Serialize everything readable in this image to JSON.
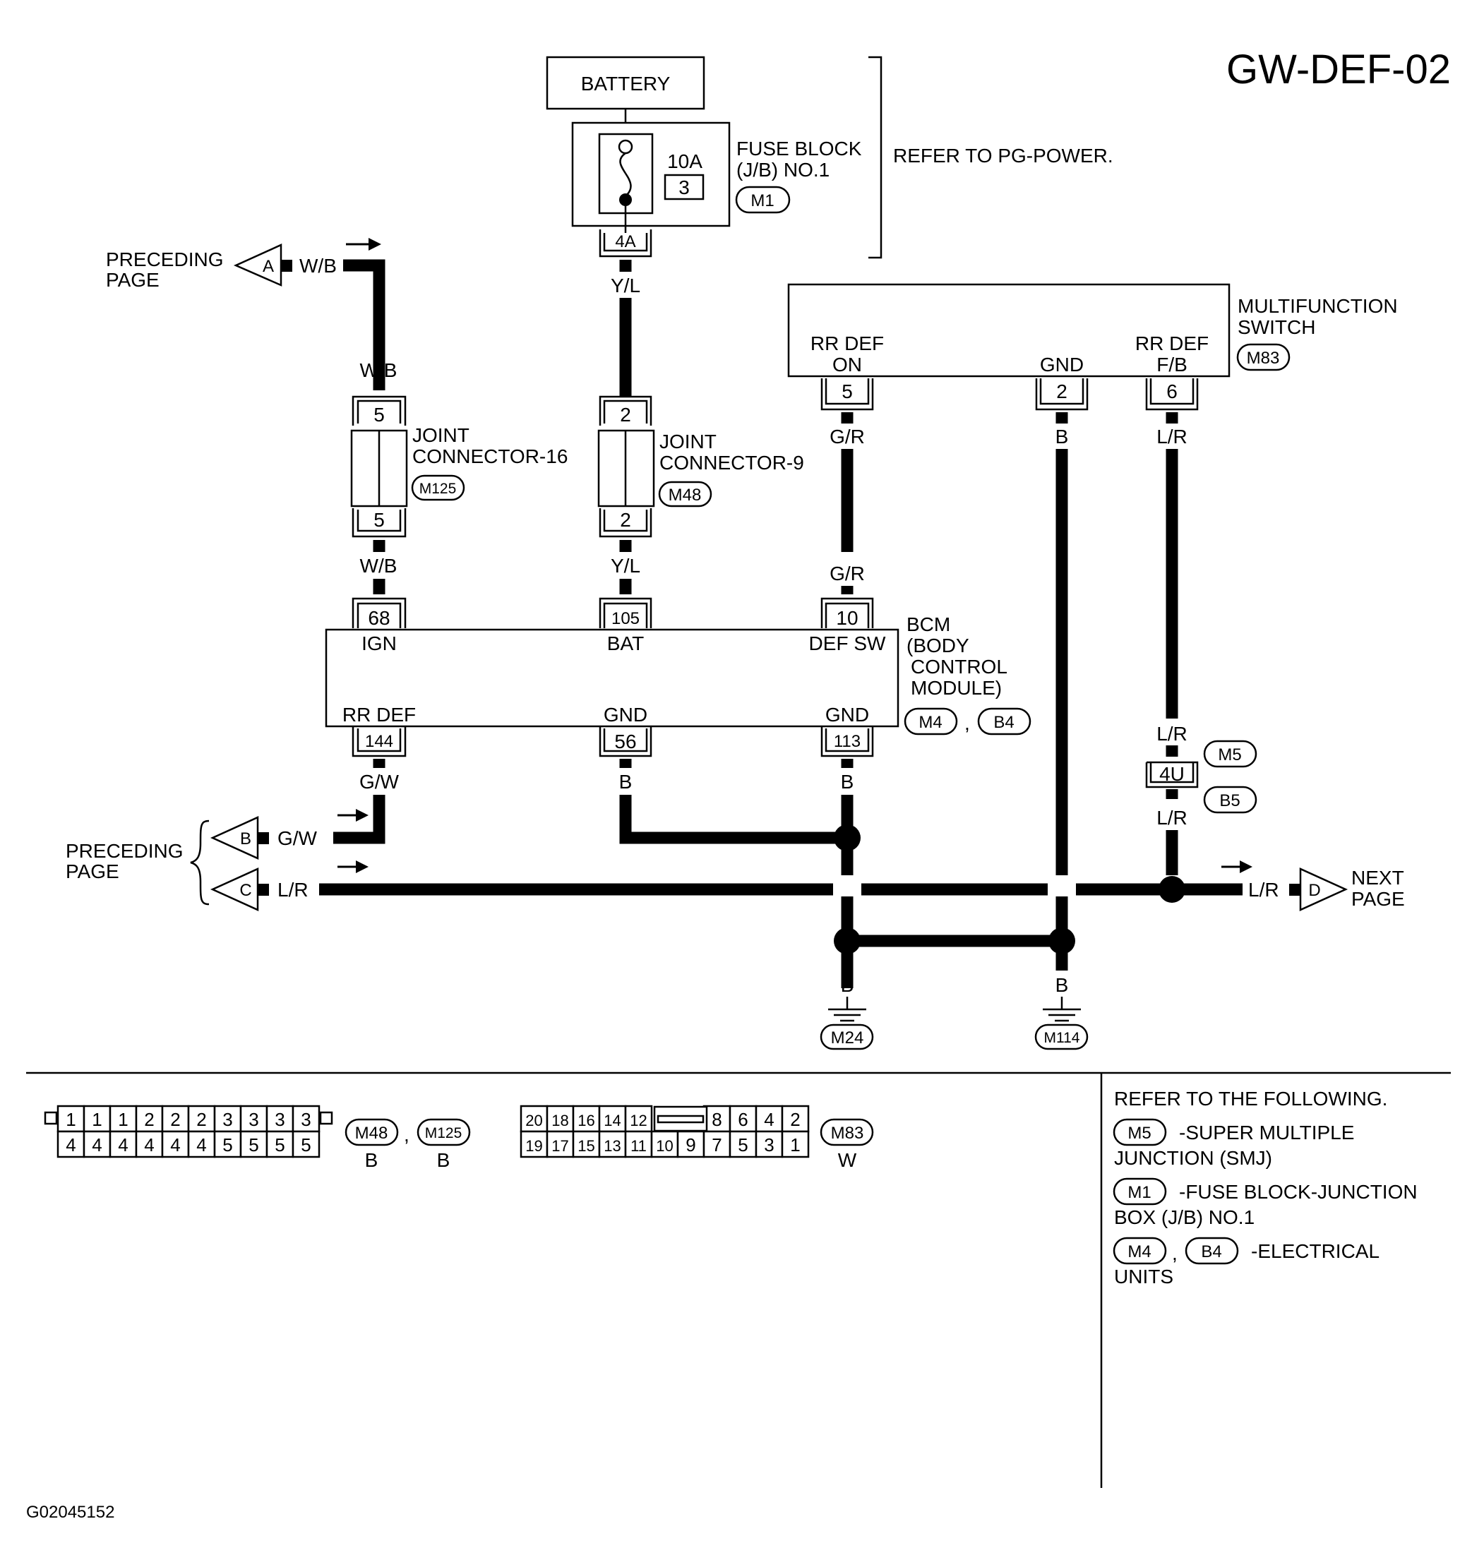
{
  "page_id": "GW-DEF-02",
  "figure_code": "G02045152",
  "battery": "BATTERY",
  "fuse": {
    "amp": "10A",
    "number": "3",
    "title_line1": "FUSE BLOCK",
    "title_line2": "(J/B) NO.1",
    "connector": "M1",
    "terminal": "4A",
    "refer": "REFER TO PG-POWER."
  },
  "wire_colors": {
    "wb": "W/B",
    "yl": "Y/L",
    "gr": "G/R",
    "b": "B",
    "lr": "L/R",
    "gw": "G/W"
  },
  "offpage": {
    "preceding_line1": "PRECEDING",
    "preceding_line2": "PAGE",
    "next_line1": "NEXT",
    "next_line2": "PAGE",
    "a": "A",
    "b": "B",
    "c": "C",
    "d": "D"
  },
  "joint16": {
    "title_line1": "JOINT",
    "title_line2": "CONNECTOR-16",
    "connector": "M125",
    "pin_top": "5",
    "pin_bottom": "5"
  },
  "joint9": {
    "title_line1": "JOINT",
    "title_line2": "CONNECTOR-9",
    "connector": "M48",
    "pin_top": "2",
    "pin_bottom": "2"
  },
  "multifunction": {
    "title_line1": "MULTIFUNCTION",
    "title_line2": "SWITCH",
    "connector": "M83",
    "rr_def_on_line1": "RR DEF",
    "rr_def_on_line2": "ON",
    "gnd": "GND",
    "rr_def_fb_line1": "RR DEF",
    "rr_def_fb_line2": "F/B",
    "pin_on": "5",
    "pin_gnd": "2",
    "pin_fb": "6"
  },
  "bcm": {
    "title_line1": "BCM",
    "title_line2": "(BODY",
    "title_line3": "CONTROL",
    "title_line4": "MODULE)",
    "conn1": "M4",
    "conn2": "B4",
    "sep": ",",
    "ign": "IGN",
    "bat": "BAT",
    "def_sw": "DEF SW",
    "rr_def": "RR DEF",
    "gnd1": "GND",
    "gnd2": "GND",
    "pin_ign": "68",
    "pin_bat": "105",
    "pin_defsw": "10",
    "pin_rrdef": "144",
    "pin_gnd1": "56",
    "pin_gnd2": "113"
  },
  "smj": {
    "terminal": "4U",
    "conn1": "M5",
    "conn2": "B5"
  },
  "grounds": {
    "g1": "M24",
    "g2": "M114"
  },
  "connector_views": {
    "m48_m125": {
      "top": [
        "1",
        "1",
        "1",
        "2",
        "2",
        "2",
        "3",
        "3",
        "3",
        "3"
      ],
      "bottom": [
        "4",
        "4",
        "4",
        "4",
        "4",
        "4",
        "5",
        "5",
        "5",
        "5"
      ],
      "label1": "M48",
      "label2": "M125",
      "sep": ",",
      "color1": "B",
      "color2": "B"
    },
    "m83": {
      "top_left": [
        "20",
        "18",
        "16",
        "14",
        "12"
      ],
      "top_right": [
        "8",
        "6",
        "4",
        "2"
      ],
      "bottom": [
        "19",
        "17",
        "15",
        "13",
        "11",
        "10",
        "9",
        "7",
        "5",
        "3",
        "1"
      ],
      "label": "M83",
      "color": "W"
    }
  },
  "refer": {
    "heading": "REFER TO THE FOLLOWING.",
    "item1_conn": "M5",
    "item1_line1": "-SUPER MULTIPLE",
    "item1_line2": "JUNCTION (SMJ)",
    "item2_conn": "M1",
    "item2_line1": "-FUSE BLOCK-JUNCTION",
    "item2_line2": "BOX (J/B) NO.1",
    "item3_conn1": "M4",
    "item3_sep": ",",
    "item3_conn2": "B4",
    "item3_line1": "-ELECTRICAL",
    "item3_line2": "UNITS"
  }
}
